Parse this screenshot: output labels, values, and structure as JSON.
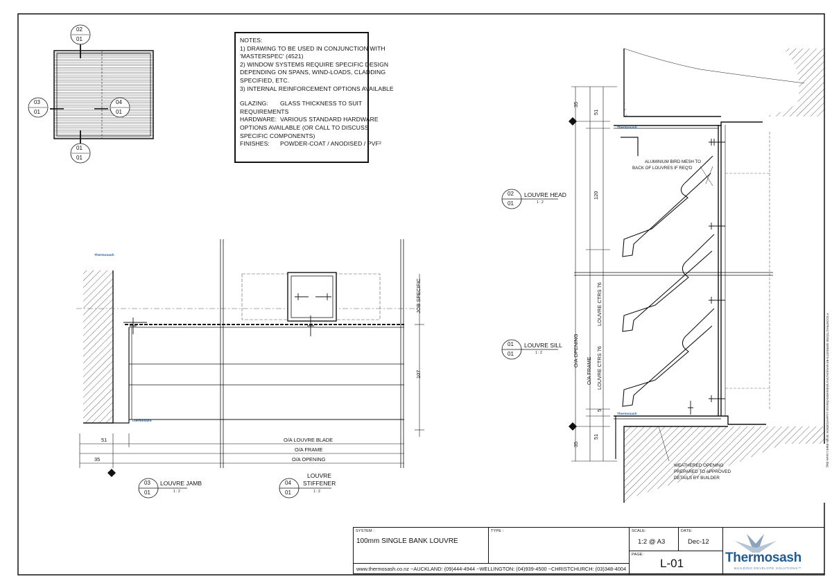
{
  "notes": {
    "heading": "NOTES:",
    "lines": [
      "1) DRAWING TO BE USED IN CONJUNCTION WITH",
      "'MASTERSPEC' (4521)",
      "2) WINDOW SYSTEMS REQUIRE SPECIFIC DESIGN",
      "DEPENDING ON SPANS, WIND-LOADS, CLADDING",
      "SPECIFIED, ETC.",
      "3) INTERNAL REINFORCEMENT OPTIONS AVAILABLE"
    ],
    "glazing_key": "GLAZING:",
    "glazing_val": "GLASS THICKNESS TO SUIT",
    "glazing_val2": "REQUIREMENTS",
    "hardware_key": "HARDWARE:",
    "hardware_val": "VARIOUS STANDARD HARDWARE",
    "hardware_val2": "OPTIONS AVAILABLE (OR CALL TO DISCUSS",
    "hardware_val3": "SPECIFIC COMPONENTS)",
    "finishes_key": "FINISHES:",
    "finishes_val": "POWDER-COAT / ANODISED / PVF²"
  },
  "key_plan": {
    "top": [
      "02",
      "01"
    ],
    "left": [
      "03",
      "01"
    ],
    "right": [
      "04",
      "01"
    ],
    "bottom": [
      "01",
      "01"
    ]
  },
  "callouts": {
    "louvre_head": {
      "num": "02",
      "sheet": "01",
      "title": "LOUVRE HEAD",
      "scale": "1 : 2"
    },
    "louvre_sill": {
      "num": "01",
      "sheet": "01",
      "title": "LOUVRE SILL",
      "scale": "1 : 2"
    },
    "louvre_jamb": {
      "num": "03",
      "sheet": "01",
      "title": "LOUVRE JAMB",
      "scale": "1 : 2"
    },
    "louvre_stiffener": {
      "num": "04",
      "sheet": "01",
      "title1": "LOUVRE",
      "title2": "STIFFENER",
      "scale": "1 : 2"
    }
  },
  "dimensions": {
    "d35_top": "35",
    "d51_top": "51",
    "d120": "120",
    "d5": "5",
    "d51_bot": "51",
    "d35_bot": "35",
    "oa_opening": "O/A OPENING",
    "oa_frame": "O/A FRAME",
    "louvre_ctrs_1": "LOUVRE CTRS 76",
    "louvre_ctrs_2": "LOUVRE CTRS 76",
    "job_specific": "JOB SPECIFIC",
    "d107": "107",
    "h51": "51",
    "h35": "35",
    "oa_louvre_blade": "O/A LOUVRE BLADE",
    "oa_frame_h": "O/A FRAME",
    "oa_opening_h": "O/A OPENING"
  },
  "annotations": {
    "bird_mesh": [
      "ALUMINIUM BIRD MESH TO",
      "BACK OF LOUVRES IF REQ'D"
    ],
    "weathered": [
      "WEATHERED OPENING",
      "PREPARED TO APPROVED",
      "DETAILS BY BUILDER"
    ],
    "brand_small": "Thermosash"
  },
  "title_block": {
    "system_label": "SYSTEM :",
    "system_value": "100mm SINGLE BANK LOUVRE",
    "type_label": "TYPE :",
    "scale_label": "SCALE:",
    "scale_value": "1:2 @ A3",
    "date_label": "DATE:",
    "date_value": "Dec-12",
    "page_label": "PAGE:",
    "page_value": "L-01",
    "contacts": "www.thermosash.co.nz ~AUCKLAND: (09)444-4944 ~WELLINGTON: (04)939-4500 ~CHRISTCHURCH: (03)348-4004",
    "logo_word": "Thermosash",
    "logo_tagline": "BUILDING ENVELOPE SOLUTIONS™"
  },
  "side_path": "F:\\CONTRACTS\\700 SERIES\\TS-BS-MANUAL\\For Website\\Mechanical Louvres\\100mm Single Bank Louvre.dwg",
  "colors": {
    "ink": "#111111",
    "brand": "#1f5b93",
    "brand_light": "#4a7cae"
  }
}
